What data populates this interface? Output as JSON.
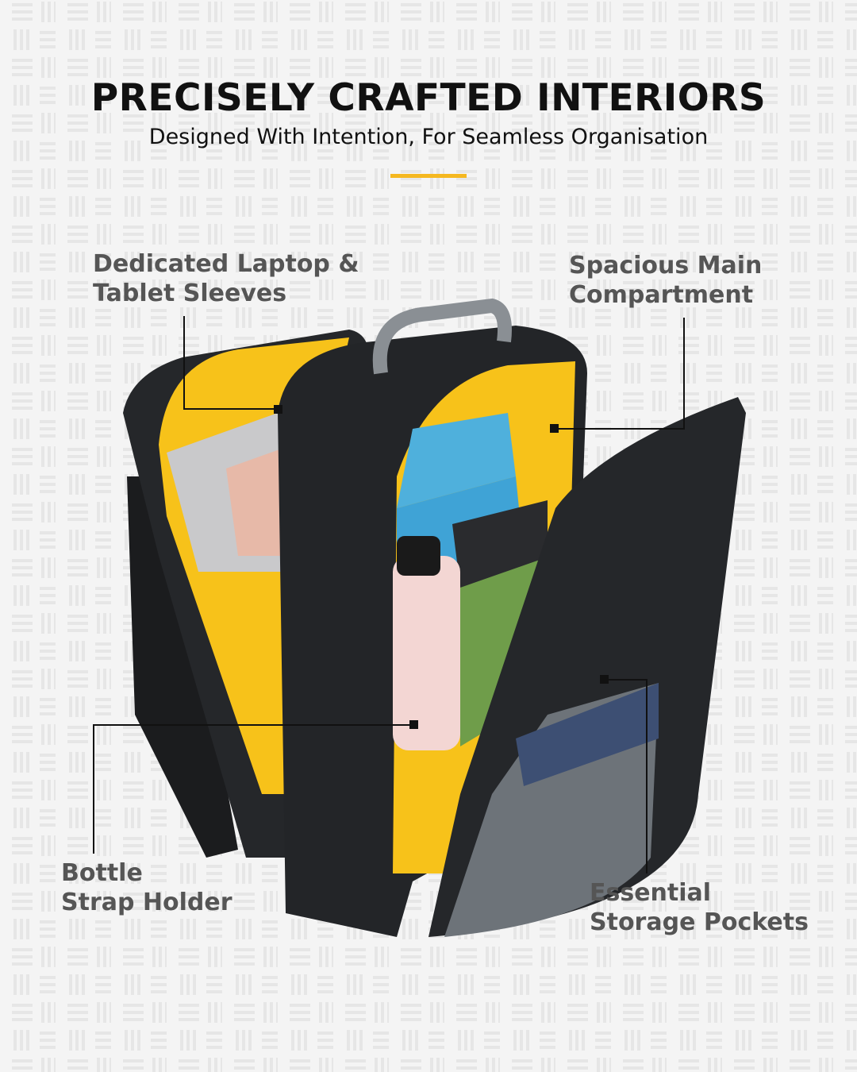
{
  "header": {
    "title": "PRECISELY CRAFTED INTERIORS",
    "subtitle": "Designed With Intention, For Seamless Organisation"
  },
  "callouts": [
    {
      "line1": "Dedicated Laptop &",
      "line2": "Tablet Sleeves"
    },
    {
      "line1": "Spacious Main",
      "line2": "Compartment"
    },
    {
      "line1": "Bottle",
      "line2": "Strap Holder"
    },
    {
      "line1": "Essential",
      "line2": "Storage Pockets"
    }
  ],
  "colors": {
    "accent": "#f5b820",
    "lining": "#f7c21a",
    "body": "#232528",
    "panel": "#6d7379"
  }
}
